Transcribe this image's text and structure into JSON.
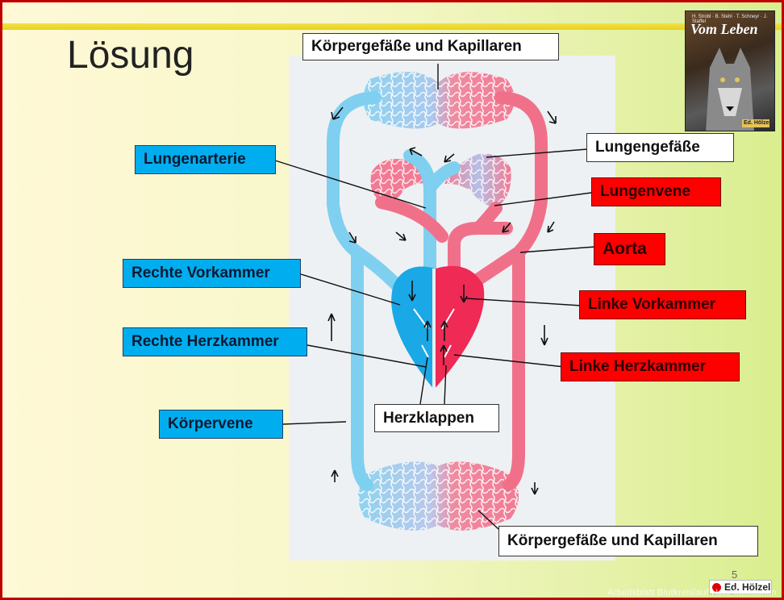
{
  "slide": {
    "title": "Lösung",
    "page_number": "5",
    "publisher": "Ed. Hölzel",
    "watermark": "Arbeitsblatt Blutkreislauf Herz Menschen"
  },
  "book": {
    "title": "Vom Leben",
    "authors": "H. Strobl · B. Stehl · T. Schneyr · J. Staffel",
    "publisher": "Ed. Hölzel"
  },
  "labels": {
    "koerpergefaesse_top": "Körpergefäße und Kapillaren",
    "lungenarterie": "Lungenarterie",
    "lungengefaesse": "Lungengefäße",
    "lungenvene": "Lungenvene",
    "aorta": "Aorta",
    "rechte_vorkammer": "Rechte Vorkammer",
    "linke_vorkammer": "Linke Vorkammer",
    "rechte_herzkammer": "Rechte Herzkammer",
    "linke_herzkammer": "Linke Herzkammer",
    "koerpervene": "Körpervene",
    "herzklappen": "Herzklappen",
    "koerpergefaesse_bottom": "Körpergefäße und Kapillaren"
  },
  "colors": {
    "deoxygenated": "#7fd0f0",
    "oxygenated": "#f0708a",
    "label_blue": "#00aeef",
    "label_red": "#ff0000"
  }
}
